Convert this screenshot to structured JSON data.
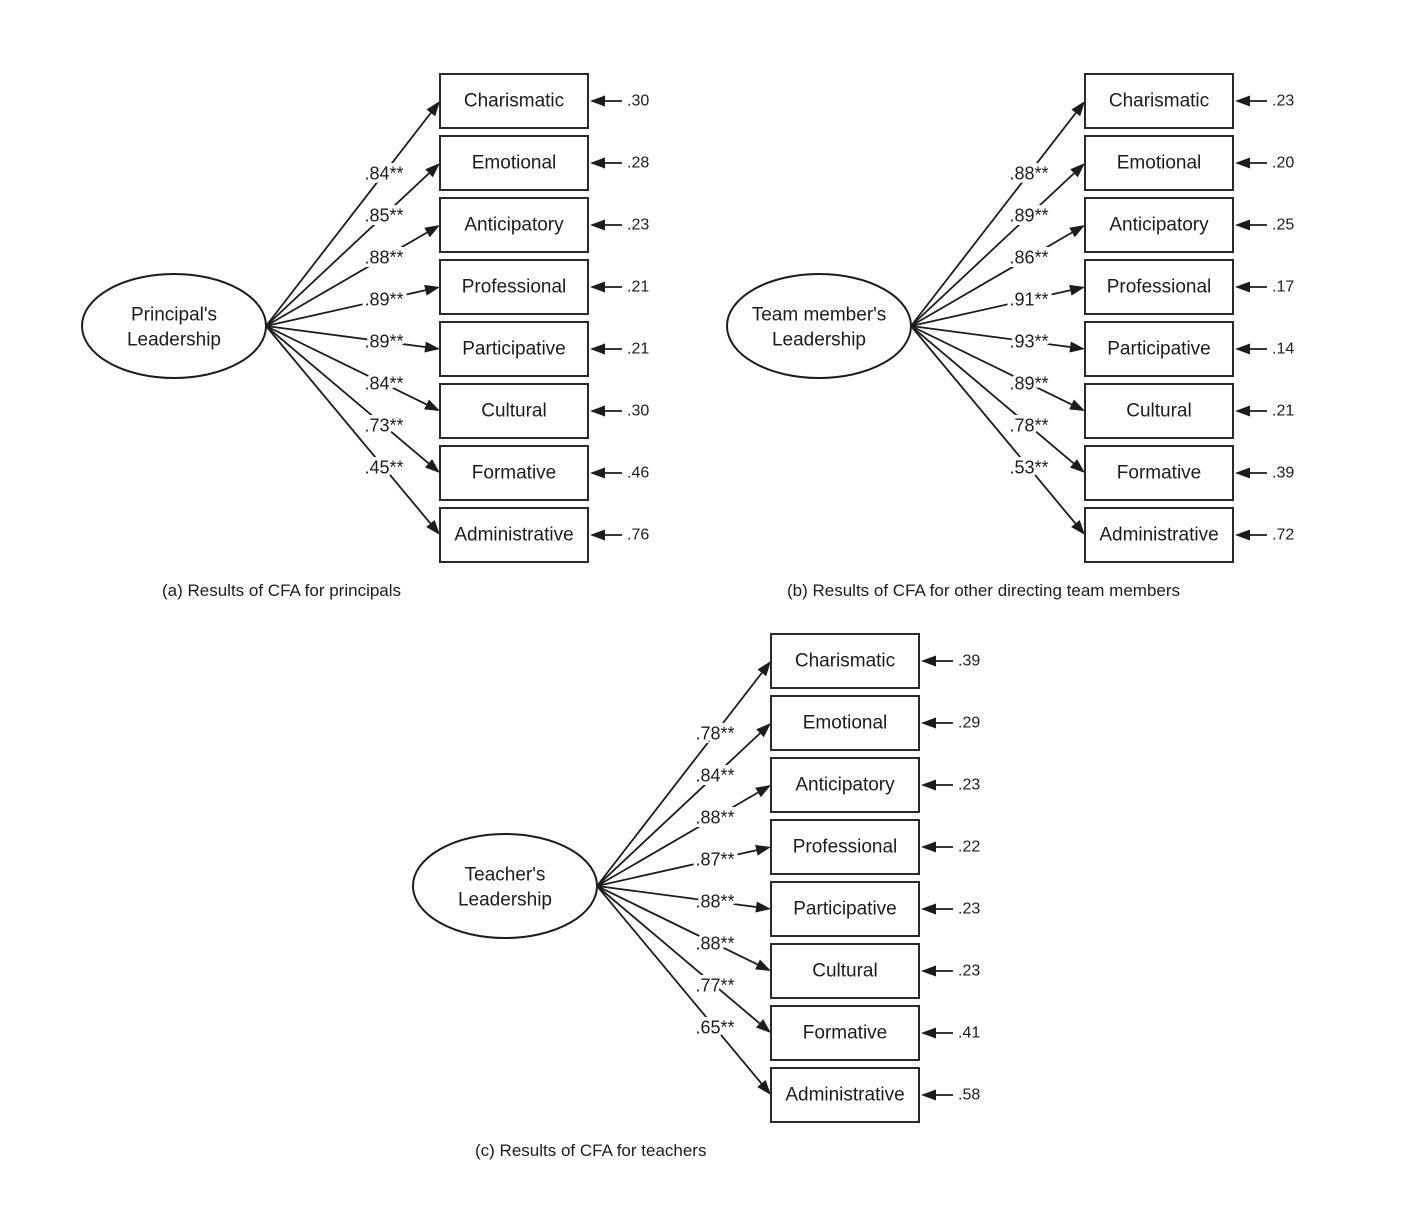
{
  "page": {
    "background": "#ffffff",
    "ink": "#1c1c1c"
  },
  "figure": {
    "type": "cfa-path-diagrams",
    "diagrams": [
      {
        "id": "a",
        "latent_label_lines": [
          "Principal's",
          "Leadership"
        ],
        "caption": "(a) Results of CFA for principals",
        "indicators": [
          {
            "label": "Charismatic",
            "loading": ".84**",
            "error": ".30"
          },
          {
            "label": "Emotional",
            "loading": ".85**",
            "error": ".28"
          },
          {
            "label": "Anticipatory",
            "loading": ".88**",
            "error": ".23"
          },
          {
            "label": "Professional",
            "loading": ".89**",
            "error": ".21"
          },
          {
            "label": "Participative",
            "loading": ".89**",
            "error": ".21"
          },
          {
            "label": "Cultural",
            "loading": ".84**",
            "error": ".30"
          },
          {
            "label": "Formative",
            "loading": ".73**",
            "error": ".46"
          },
          {
            "label": "Administrative",
            "loading": ".45**",
            "error": ".76"
          }
        ]
      },
      {
        "id": "b",
        "latent_label_lines": [
          "Team member's",
          "Leadership"
        ],
        "caption": "(b) Results of CFA for other directing team members",
        "indicators": [
          {
            "label": "Charismatic",
            "loading": ".88**",
            "error": ".23"
          },
          {
            "label": "Emotional",
            "loading": ".89**",
            "error": ".20"
          },
          {
            "label": "Anticipatory",
            "loading": ".86**",
            "error": ".25"
          },
          {
            "label": "Professional",
            "loading": ".91**",
            "error": ".17"
          },
          {
            "label": "Participative",
            "loading": ".93**",
            "error": ".14"
          },
          {
            "label": "Cultural",
            "loading": ".89**",
            "error": ".21"
          },
          {
            "label": "Formative",
            "loading": ".78**",
            "error": ".39"
          },
          {
            "label": "Administrative",
            "loading": ".53**",
            "error": ".72"
          }
        ]
      },
      {
        "id": "c",
        "latent_label_lines": [
          "Teacher's",
          "Leadership"
        ],
        "caption": "(c) Results of CFA for teachers",
        "indicators": [
          {
            "label": "Charismatic",
            "loading": ".78**",
            "error": ".39"
          },
          {
            "label": "Emotional",
            "loading": ".84**",
            "error": ".29"
          },
          {
            "label": "Anticipatory",
            "loading": ".88**",
            "error": ".23"
          },
          {
            "label": "Professional",
            "loading": ".87**",
            "error": ".22"
          },
          {
            "label": "Participative",
            "loading": ".88**",
            "error": ".23"
          },
          {
            "label": "Cultural",
            "loading": ".88**",
            "error": ".23"
          },
          {
            "label": "Formative",
            "loading": ".77**",
            "error": ".41"
          },
          {
            "label": "Administrative",
            "loading": ".65**",
            "error": ".58"
          }
        ]
      }
    ]
  }
}
